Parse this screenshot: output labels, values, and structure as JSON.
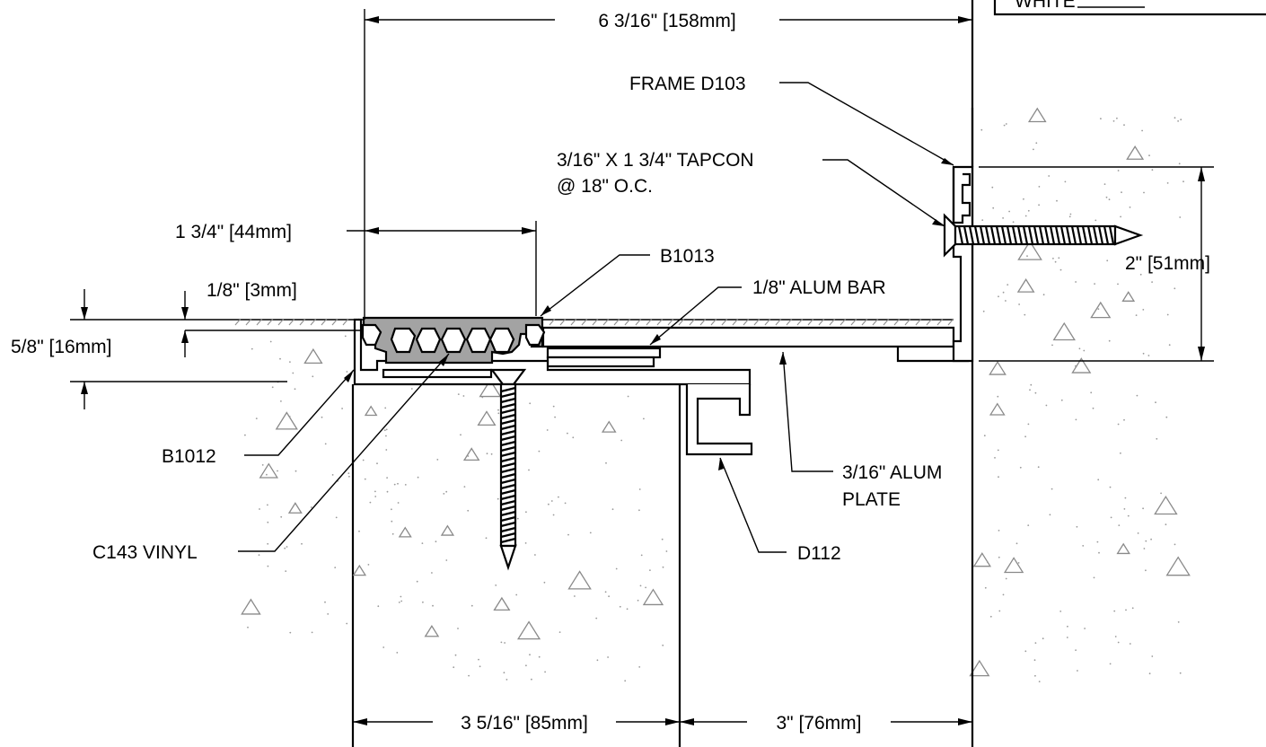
{
  "drawing": {
    "labels": {
      "frame": "FRAME D103",
      "tapcon_line1": "3/16\" X 1 3/4\" TAPCON",
      "tapcon_line2": "@ 18\" O.C.",
      "b1013": "B1013",
      "alum_bar": "1/8\" ALUM BAR",
      "b1012": "B1012",
      "c143": "C143 VINYL",
      "alum_plate_line1": "3/16\" ALUM",
      "alum_plate_line2": "PLATE",
      "d112": "D112",
      "title_block_partial": "WHITE"
    },
    "dimensions": {
      "overall_width": "6 3/16\" [158mm]",
      "cover_width": "1 3/4\" [44mm]",
      "recess_depth": "1/8\" [3mm]",
      "assembly_depth": "5/8\" [16mm]",
      "frame_height": "2\" [51mm]",
      "left_slab_width": "3 5/16\" [85mm]",
      "gap_width": "3\" [76mm]"
    }
  }
}
